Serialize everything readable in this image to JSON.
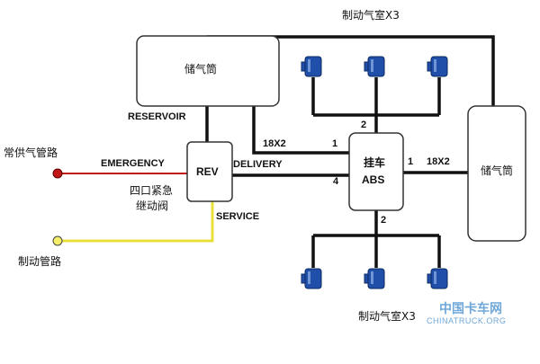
{
  "colors": {
    "line": "#111111",
    "red_line": "#c21515",
    "yellow_line": "#e8e03a",
    "chamber_blue": "#1f4fa8",
    "watermark": "#6ea7d8"
  },
  "labels": {
    "top_chamber": "制动气室X3",
    "bottom_chamber": "制动气室X3",
    "reservoir_left": "储气筒",
    "reservoir_right": "储气筒",
    "reservoir_port": "RESERVOIR",
    "rev": "REV",
    "emergency": "EMERGENCY",
    "delivery": "DELIVERY",
    "service": "SERVICE",
    "supply_line": "常供气管路",
    "brake_line": "制动管路",
    "relay_valve_line1": "四口紧急",
    "relay_valve_line2": "继动阀",
    "abs_line1": "挂车",
    "abs_line2": "ABS",
    "pipe_left": "18X2",
    "pipe_right": "18X2",
    "port_1_left": "1",
    "port_1_right": "1",
    "port_2_top": "2",
    "port_2_bottom": "2",
    "port_4": "4"
  },
  "watermark": {
    "cn": "中国卡车网",
    "en": "CHINATRUCK.ORG"
  }
}
